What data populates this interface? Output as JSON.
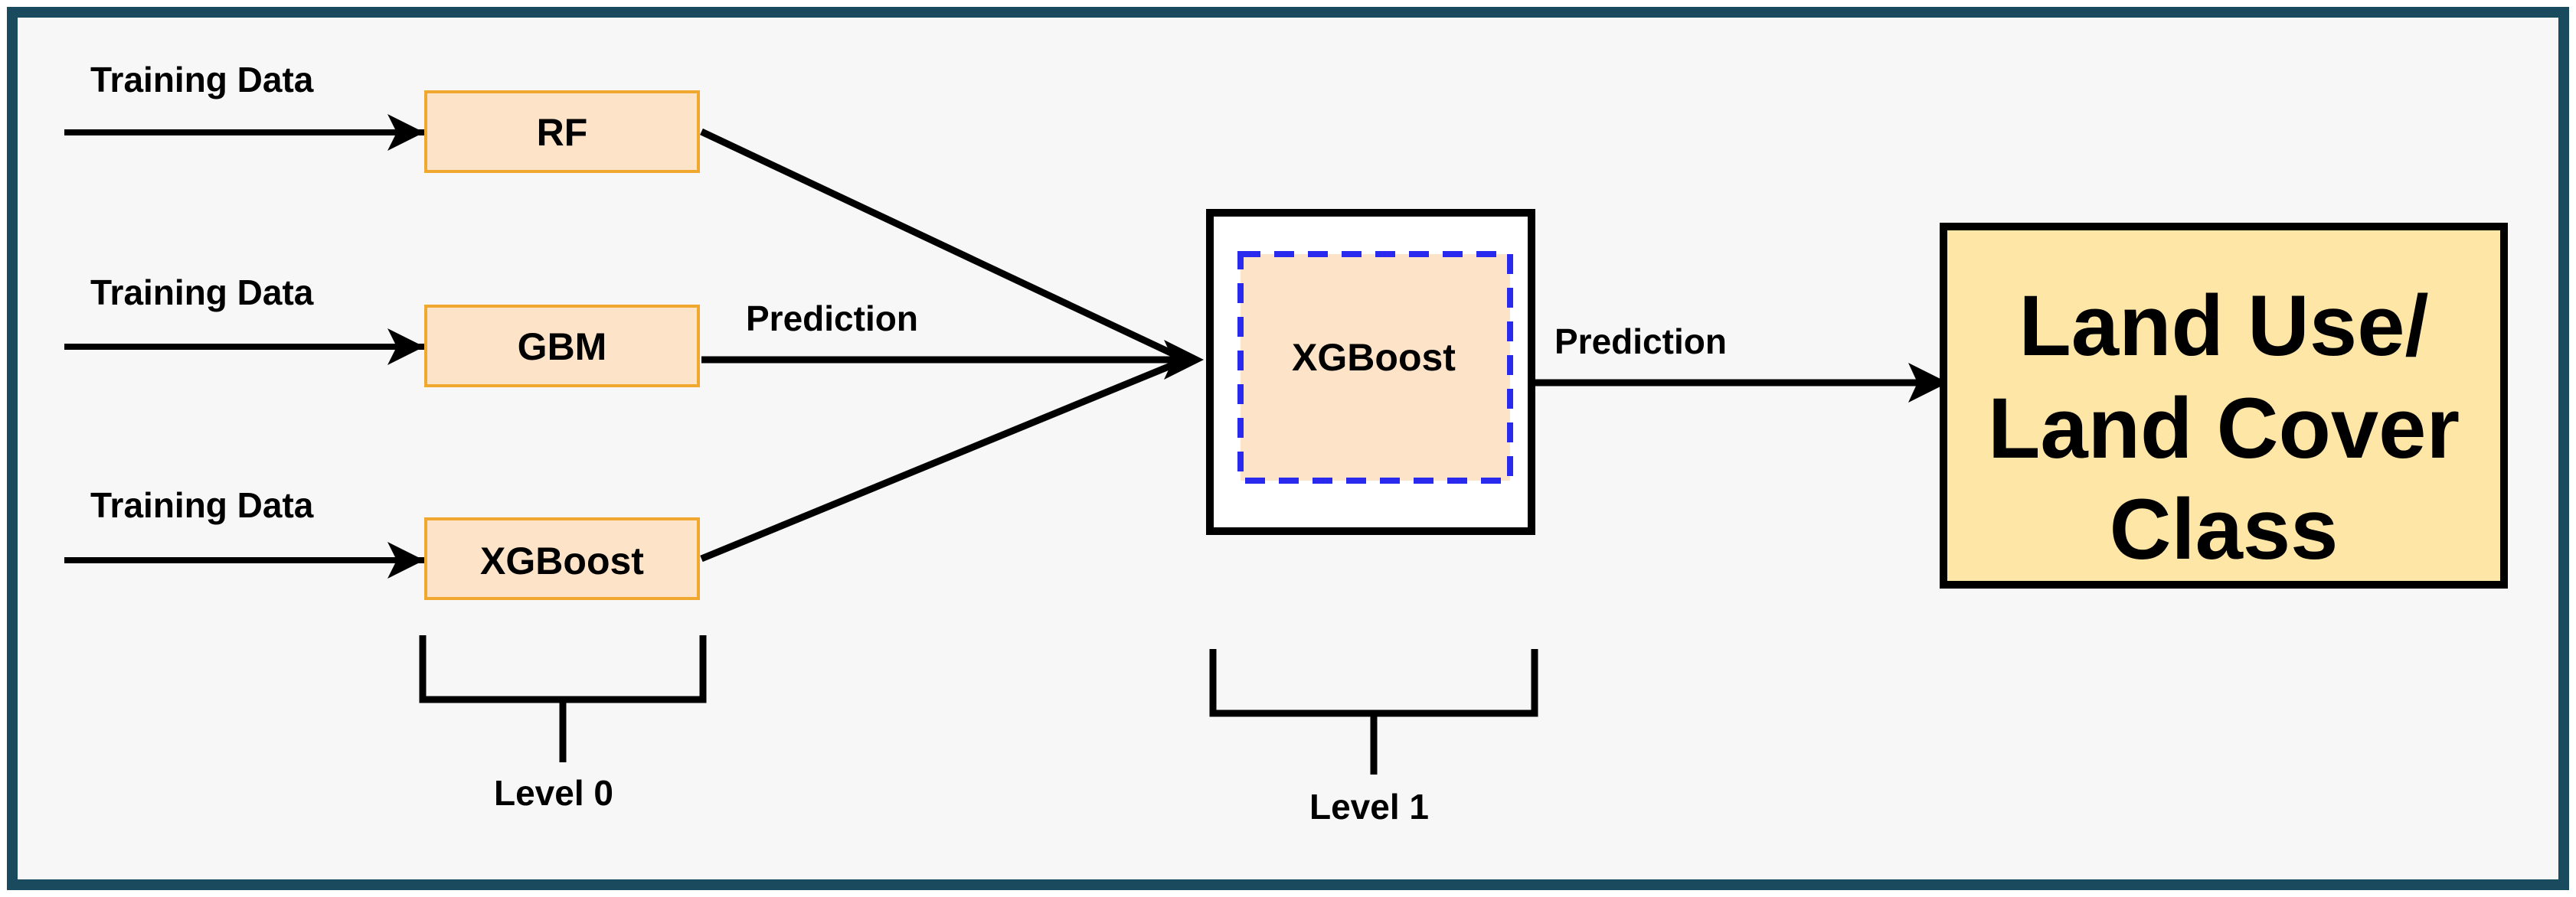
{
  "diagram": {
    "inputs": [
      {
        "label": "Training Data"
      },
      {
        "label": "Training Data"
      },
      {
        "label": "Training Data"
      }
    ],
    "base_models": [
      {
        "label": "RF"
      },
      {
        "label": "GBM"
      },
      {
        "label": "XGBoost"
      }
    ],
    "edge_prediction_label": "Prediction",
    "meta_model": {
      "label": "XGBoost"
    },
    "output_prediction_label": "Prediction",
    "output": {
      "lines": [
        "Land Use/",
        "Land Cover",
        "Class"
      ]
    },
    "levels": [
      {
        "label": "Level 0"
      },
      {
        "label": "Level 1"
      }
    ]
  },
  "colors": {
    "frame_border": "#1a4a5e",
    "canvas_bg": "#f7f7f7",
    "base_box_fill": "#fde3c8",
    "base_box_border": "#f0a830",
    "meta_inner_fill": "#fde3c8",
    "meta_inner_dash": "#2a2aee",
    "output_fill": "#fde6a6",
    "line": "#000000"
  }
}
